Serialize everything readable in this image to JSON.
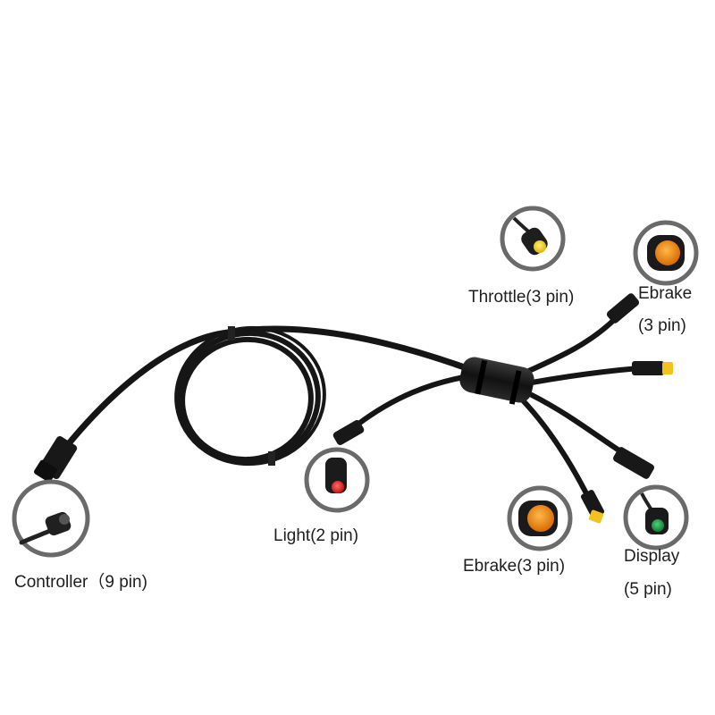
{
  "labels": {
    "controller": "Controller（9 pin)",
    "light": "Light(2 pin)",
    "throttle": "Throttle(3 pin)",
    "ebrake_top": "Ebrake",
    "ebrake_top_pins": "(3 pin)",
    "ebrake_bottom": "Ebrake(3 pin)",
    "display": "Display",
    "display_pins": "(5 pin)"
  },
  "colors": {
    "background": "#ffffff",
    "cable": "#151515",
    "inset_ring": "#6a6a6a",
    "light_connector": "#d42020",
    "throttle_connector": "#f2cc1e",
    "ebrake_connector": "#f08a18",
    "display_connector": "#1f9a45"
  }
}
